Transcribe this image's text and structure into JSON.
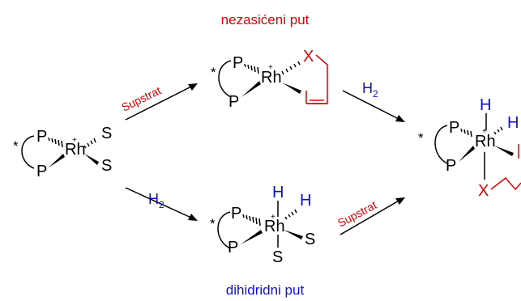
{
  "labels": {
    "top_path": "nezasićeni put",
    "bottom_path": "dihidridni put",
    "substrate": "Supstrat",
    "hydrogen": "H",
    "hydrogen_subscript": "2"
  },
  "atoms": {
    "phosphorus": "P",
    "rhodium": "Rh",
    "solvent": "S",
    "hydrogen": "H",
    "heteroatom": "X",
    "chiral_mark": "*",
    "charge": "+"
  },
  "colors": {
    "path_label": "#e00000",
    "substrate_label": "#e00000",
    "hydrogen": "#1010d0",
    "substrate_fragment": "#e00000",
    "bonds": "#000000"
  }
}
